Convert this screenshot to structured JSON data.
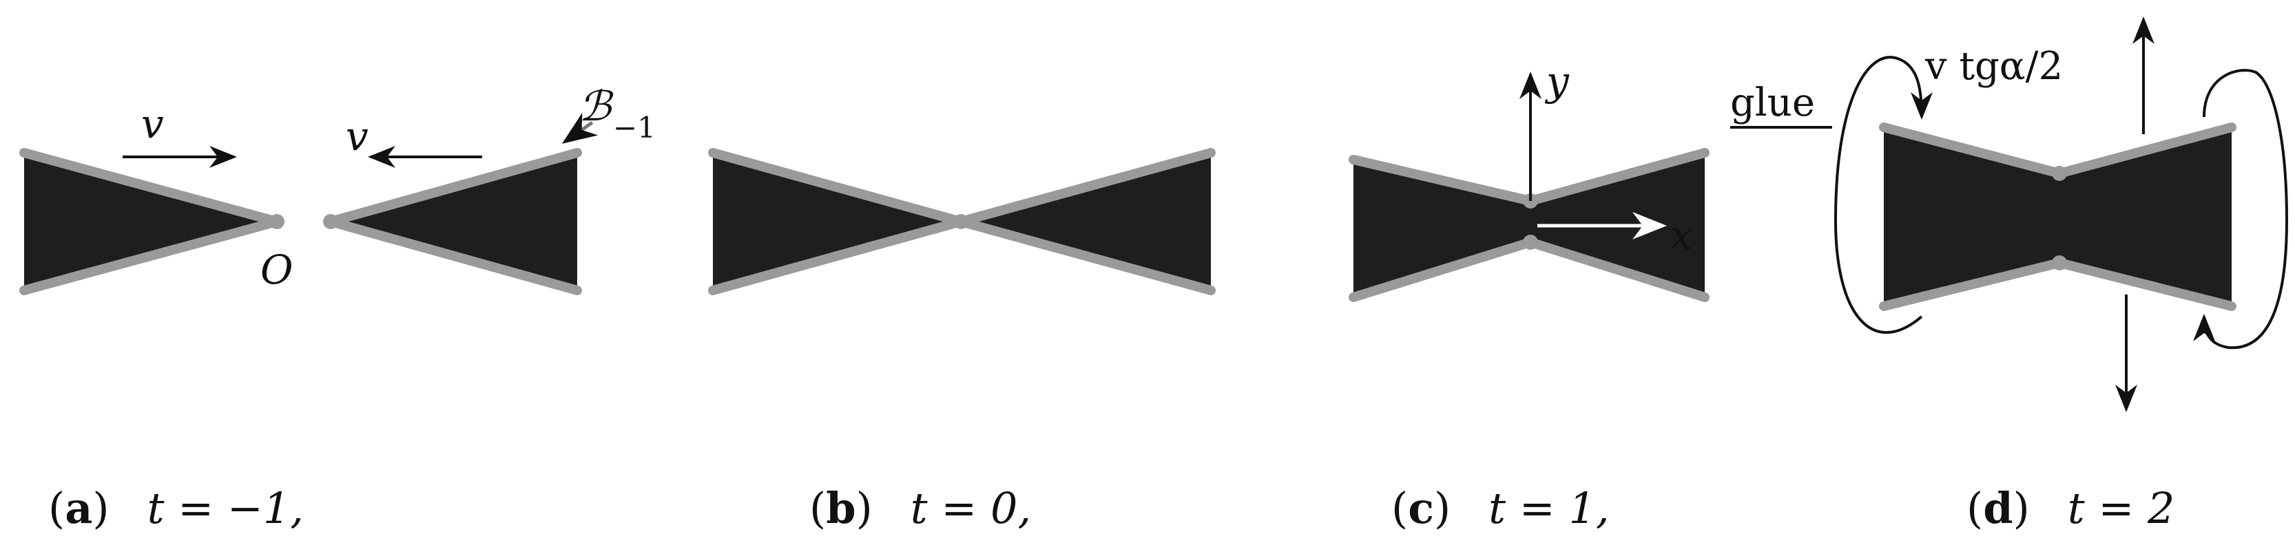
{
  "colors": {
    "fill": "#1e1e1e",
    "edge": "#9a9a9a",
    "ink": "#111111",
    "background": "#ffffff"
  },
  "panels": [
    {
      "letter": "a",
      "caption": "t = −1,",
      "labels": {
        "v_left": "v",
        "v_right": "v",
        "origin": "O",
        "boundary": "ℬ",
        "boundary_sub": "−1"
      }
    },
    {
      "letter": "b",
      "caption": "t = 0,"
    },
    {
      "letter": "c",
      "caption": "t = 1,",
      "labels": {
        "y_axis": "y",
        "x_axis": "x"
      }
    },
    {
      "letter": "d",
      "caption": "t = 2",
      "labels": {
        "glue": "glue",
        "velocity": "v tgα/2"
      }
    }
  ]
}
